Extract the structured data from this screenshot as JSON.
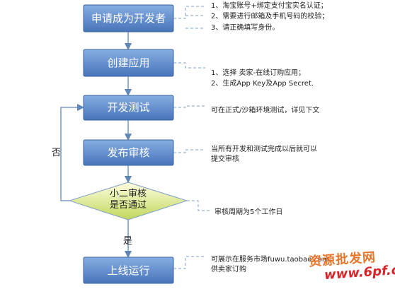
{
  "steps": {
    "register": "申请成为开发者",
    "create_app": "创建应用",
    "dev_test": "开发测试",
    "submit_review": "发布审核",
    "decision_line1": "小二审核",
    "decision_line2": "是否通过",
    "go_live": "上线运行"
  },
  "edges": {
    "no": "否",
    "yes": "是"
  },
  "notes": {
    "register": [
      "1、淘宝账号+绑定支付宝实名认证；",
      "2、需要进行邮箱及手机号码的校验；",
      "3、请正确填写身份。"
    ],
    "create_app": [
      "1、选择 卖家-在线订购应用；",
      "2、生成App Key及App Secret."
    ],
    "dev_test": [
      "可在正式/沙箱环境测试，详见下文"
    ],
    "submit_review": [
      "当所有开发和测试完成以后就可以",
      "提交审核"
    ],
    "decision": [
      "审核周期为5个工作日"
    ],
    "go_live": [
      "可展示在服务市场fuwu.taobao.com，",
      "供卖家订购"
    ]
  },
  "watermark": {
    "line1": "资源批发网",
    "line2": "www.6pf.cn"
  },
  "colors": {
    "box_top": "#7fa6dc",
    "box_bottom": "#4a78bd",
    "box_border": "#3a62a0",
    "diamond_top": "#fffbd0",
    "diamond_bottom": "#c3d95c",
    "connector": "#5f87b8"
  }
}
